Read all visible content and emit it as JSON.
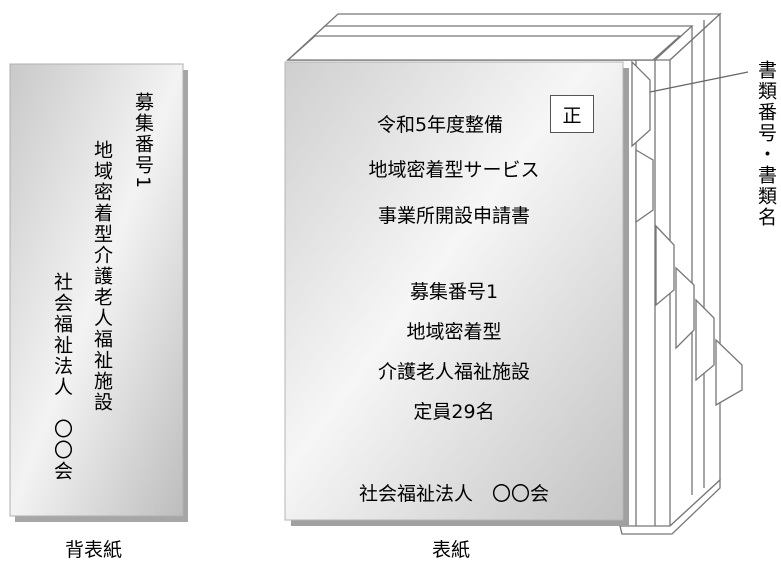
{
  "spine": {
    "lines": [
      "募集番号1",
      "地域密着型介護老人福祉施設",
      "社会福祉法人　〇〇会"
    ],
    "caption": "背表紙"
  },
  "cover": {
    "badge": "正",
    "title_lines": [
      "令和5年度整備",
      "地域密着型サービス",
      "事業所開設申請書"
    ],
    "body_lines": [
      "募集番号1",
      "地域密着型",
      "介護老人福祉施設",
      "定員29名"
    ],
    "org": "社会福祉法人　〇〇会",
    "caption": "表紙"
  },
  "tab_label": "書類番号・書類名",
  "colors": {
    "cover_light": "#f4f4f4",
    "cover_dark": "#c4c4c4",
    "outline": "#777777"
  }
}
